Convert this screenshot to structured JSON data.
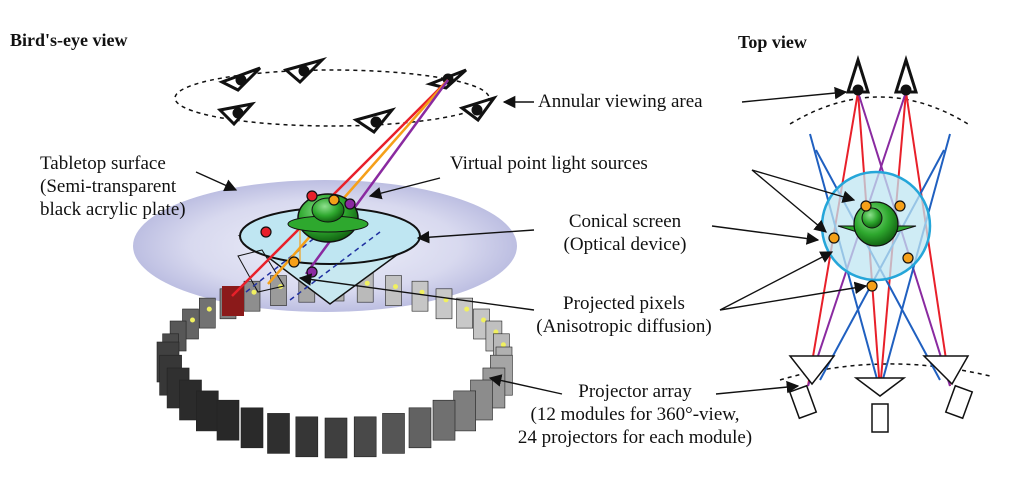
{
  "headings": {
    "birds_eye": "Bird's-eye view",
    "top": "Top view"
  },
  "labels": {
    "annular_viewing_area": "Annular viewing area",
    "tabletop_surface": [
      "Tabletop surface",
      "(Semi-transparent",
      "black acrylic plate)"
    ],
    "virtual_point_light_sources": "Virtual point light sources",
    "conical_screen": [
      "Conical screen",
      "(Optical device)"
    ],
    "projected_pixels": [
      "Projected pixels",
      "(Anisotropic diffusion)"
    ],
    "projector_array": [
      "Projector array",
      "(12 modules for 360°-view,",
      "24 projectors for each module)"
    ]
  },
  "colors": {
    "ray_red": "#e8202a",
    "ray_orange": "#f5a019",
    "ray_purple": "#8a2aa0",
    "ray_blue": "#2060c0",
    "screen_fill": "#bfe6f2",
    "tabletop_fill": "#cfd0ea",
    "object_green": "#2ea82e",
    "pixel_yellow": "#f0f060"
  }
}
